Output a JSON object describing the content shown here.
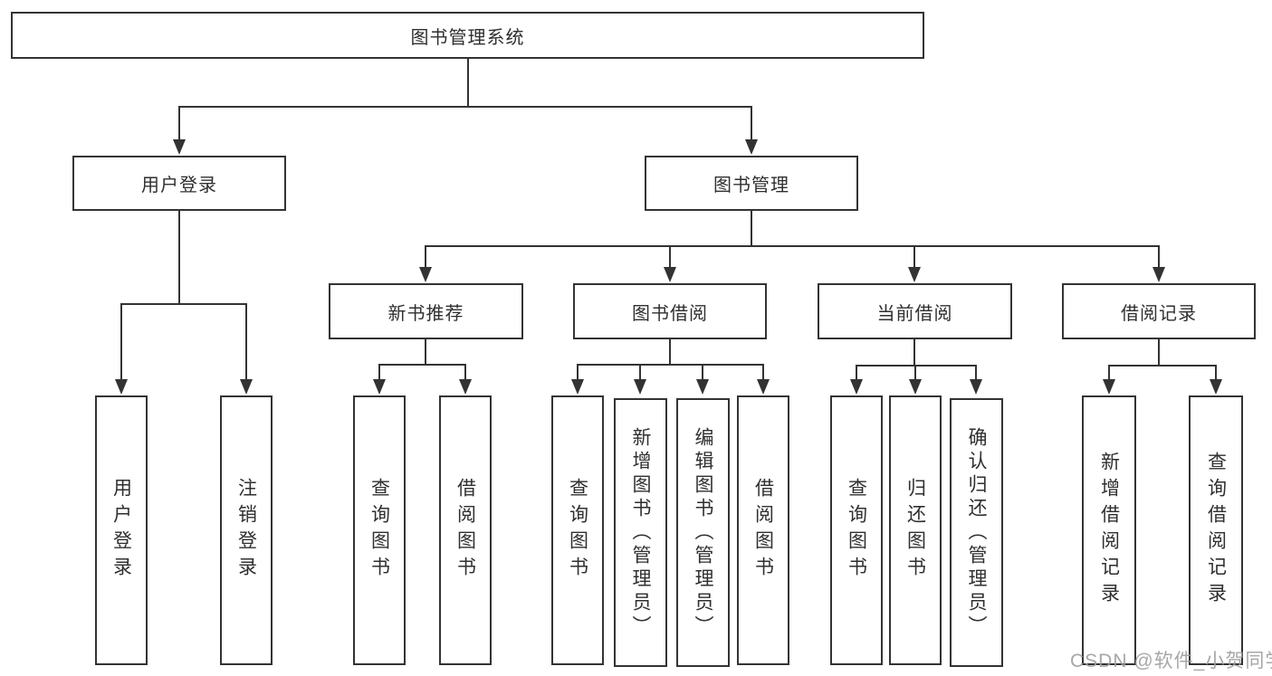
{
  "colors": {
    "line": "#333333",
    "text": "#2f2f2f",
    "background": "#ffffff",
    "watermark": "#a0a0a0"
  },
  "diagram": {
    "root": {
      "label": "图书管理系统"
    },
    "level1": [
      {
        "label": "用户登录"
      },
      {
        "label": "图书管理"
      }
    ],
    "level2": [
      {
        "label": "新书推荐",
        "parent": "图书管理"
      },
      {
        "label": "图书借阅",
        "parent": "图书管理"
      },
      {
        "label": "当前借阅",
        "parent": "图书管理"
      },
      {
        "label": "借阅记录",
        "parent": "图书管理"
      }
    ],
    "leaves": [
      {
        "label": "用户登录",
        "parent": "用户登录"
      },
      {
        "label": "注销登录",
        "parent": "用户登录"
      },
      {
        "label": "查询图书",
        "parent": "新书推荐"
      },
      {
        "label": "借阅图书",
        "parent": "新书推荐"
      },
      {
        "label": "查询图书",
        "parent": "图书借阅"
      },
      {
        "label": "新增图书（管理员）",
        "parent": "图书借阅"
      },
      {
        "label": "编辑图书（管理员）",
        "parent": "图书借阅"
      },
      {
        "label": "借阅图书",
        "parent": "图书借阅"
      },
      {
        "label": "查询图书",
        "parent": "当前借阅"
      },
      {
        "label": "归还图书",
        "parent": "当前借阅"
      },
      {
        "label": "确认归还（管理员）",
        "parent": "当前借阅"
      },
      {
        "label": "新增借阅记录",
        "parent": "借阅记录"
      },
      {
        "label": "查询借阅记录",
        "parent": "借阅记录"
      }
    ]
  },
  "watermark": {
    "text": "CSDN @软件_小贺同学"
  }
}
